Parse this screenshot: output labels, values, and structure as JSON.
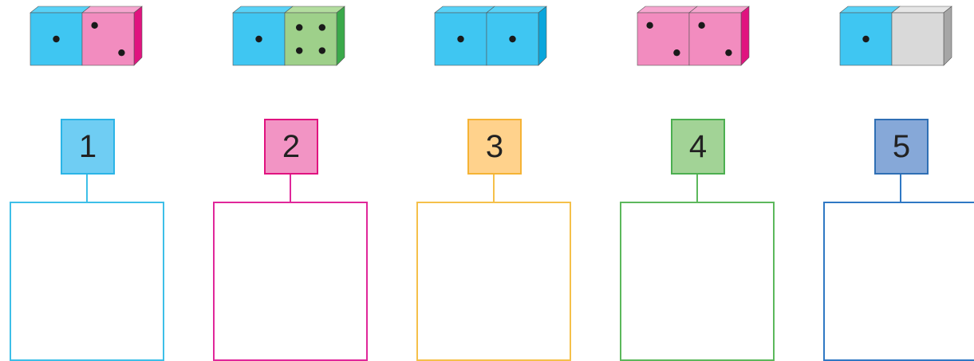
{
  "dice_pairs": [
    {
      "id": "pair-1",
      "left_die": {
        "face": "blue",
        "pips": 1
      },
      "right_die": {
        "face": "pink",
        "pips": 2
      }
    },
    {
      "id": "pair-2",
      "left_die": {
        "face": "blue",
        "pips": 1
      },
      "right_die": {
        "face": "green",
        "pips": 4
      }
    },
    {
      "id": "pair-3",
      "left_die": {
        "face": "blue",
        "pips": 1
      },
      "right_die": {
        "face": "blue",
        "pips": 1
      }
    },
    {
      "id": "pair-4",
      "left_die": {
        "face": "pink",
        "pips": 2
      },
      "right_die": {
        "face": "pink",
        "pips": 2
      }
    },
    {
      "id": "pair-5",
      "left_die": {
        "face": "blue",
        "pips": 1
      },
      "right_die": {
        "face": "gray",
        "pips": 0
      }
    }
  ],
  "die_colors": {
    "blue": {
      "front": "#3fc6f2",
      "top": "#58d2f7",
      "side": "#0aa6dc"
    },
    "pink": {
      "front": "#f28cbf",
      "top": "#f6a6cf",
      "side": "#e0137f"
    },
    "green": {
      "front": "#9ed08a",
      "top": "#b3dd9f",
      "side": "#3aa94a"
    },
    "gray": {
      "front": "#d9d9d9",
      "top": "#e6e6e6",
      "side": "#a6a6a6"
    }
  },
  "number_tags": [
    {
      "label": "1",
      "fill": "#6fcdf3",
      "border": "#2bb4e6",
      "box_border": "#3dbfe8"
    },
    {
      "label": "2",
      "fill": "#f294c4",
      "border": "#e0137f",
      "box_border": "#e0279a"
    },
    {
      "label": "3",
      "fill": "#ffd28c",
      "border": "#f5b335",
      "box_border": "#f5c04a"
    },
    {
      "label": "4",
      "fill": "#a2d396",
      "border": "#4caf50",
      "box_border": "#5cb85c"
    },
    {
      "label": "5",
      "fill": "#86a8d8",
      "border": "#2f6fb4",
      "box_border": "#2f78c4"
    }
  ]
}
